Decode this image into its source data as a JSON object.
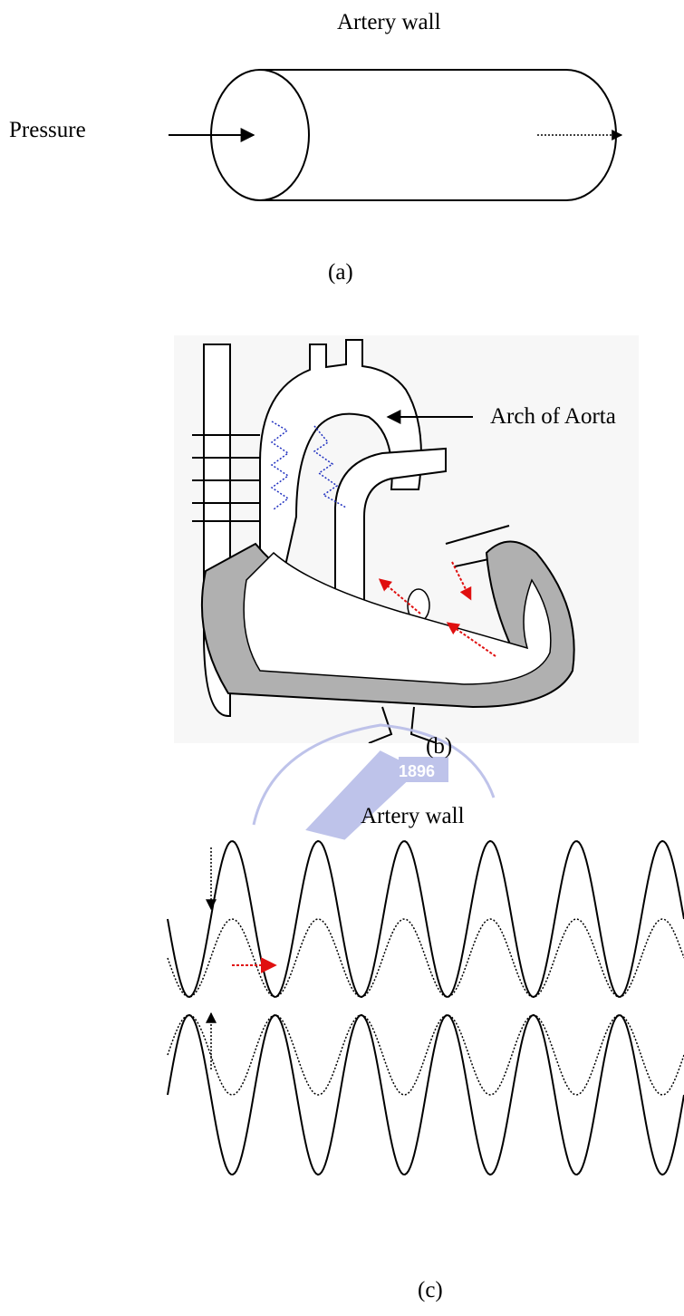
{
  "figure_a": {
    "title": "Artery wall",
    "pressure_label": "Pressure",
    "caption": "(a)"
  },
  "figure_b": {
    "arch_label": "Arch of Aorta",
    "caption": "(b)",
    "watermark_text": "1896"
  },
  "figure_c": {
    "wall_label": "Artery wall",
    "caption": "(c)"
  },
  "colors": {
    "ink": "#000000",
    "flow_arrow": "#e01010",
    "wave_marks": "#2030c0",
    "muscle_fill": "#9a9a9a",
    "watermark": "#b8bde8"
  }
}
